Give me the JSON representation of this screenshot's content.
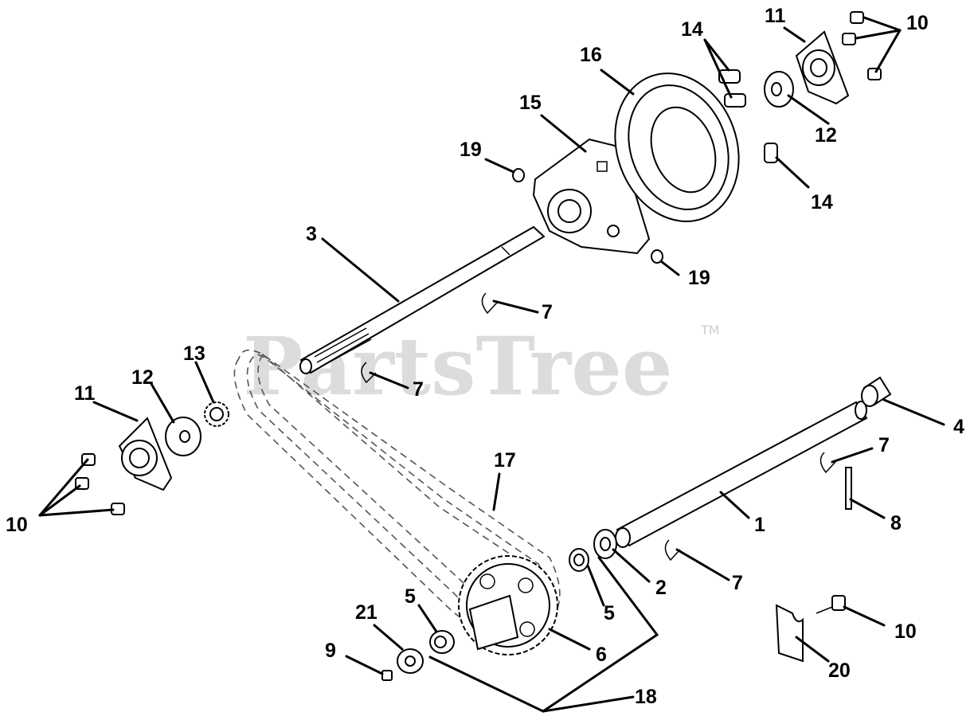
{
  "watermark": {
    "brand": "PartsTree",
    "trademark": "TM"
  },
  "callouts": {
    "c1": "1",
    "c2": "2",
    "c3": "3",
    "c4": "4",
    "c5a": "5",
    "c5b": "5",
    "c6": "6",
    "c7a": "7",
    "c7b": "7",
    "c7c": "7",
    "c7d": "7",
    "c8": "8",
    "c9": "9",
    "c10a": "10",
    "c10b": "10",
    "c10c": "10",
    "c11a": "11",
    "c11b": "11",
    "c12a": "12",
    "c12b": "12",
    "c13": "13",
    "c14a": "14",
    "c14b": "14",
    "c15": "15",
    "c16": "16",
    "c17": "17",
    "c18": "18",
    "c19a": "19",
    "c19b": "19",
    "c20": "20",
    "c21": "21"
  }
}
